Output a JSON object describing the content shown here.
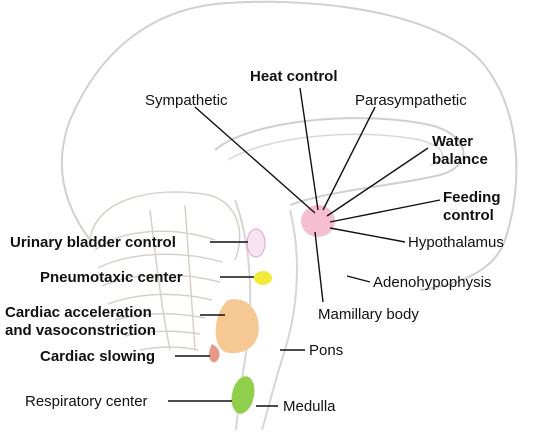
{
  "labels": {
    "heat_control": "Heat control",
    "sympathetic": "Sympathetic",
    "parasympathetic": "Parasympathetic",
    "water_balance_1": "Water",
    "water_balance_2": "balance",
    "feeding_control_1": "Feeding",
    "feeding_control_2": "control",
    "hypothalamus": "Hypothalamus",
    "adenohypophysis": "Adenohypophysis",
    "mamillary_body": "Mamillary body",
    "pons": "Pons",
    "medulla": "Medulla",
    "urinary_bladder_control": "Urinary bladder control",
    "pneumotaxic_center": "Pneumotaxic center",
    "cardiac_acceleration_1": "Cardiac acceleration",
    "cardiac_acceleration_2": "and vasoconstriction",
    "cardiac_slowing": "Cardiac slowing",
    "respiratory_center": "Respiratory center"
  },
  "colors": {
    "outline": "#d4d4d4",
    "leader_line": "#111111",
    "hypothalamus_fill": "#f5b8cc",
    "pneumotaxic_fill": "#f2ea3a",
    "cardiac_fill": "#f6c894",
    "respiratory_fill": "#8fcf4c",
    "bladder_fill": "#f7e4f0"
  }
}
